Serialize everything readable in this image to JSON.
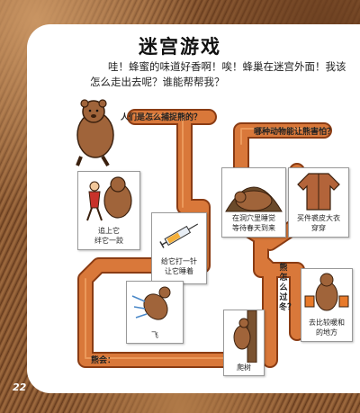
{
  "page": {
    "title": "迷宫游戏",
    "intro": "哇！蜂蜜的味道好香啊！唉！蜂巢在迷宫外面！我该怎么走出去呢？谁能帮帮我？",
    "page_number": "22"
  },
  "questions": {
    "q1": "人们是怎么捕捉熊的？",
    "q2": "哪种动物能让熊害怕？",
    "q3": "熊怎么过冬？",
    "q4": "熊会："
  },
  "cards": {
    "chase": "追上它\n绊它一跤",
    "injection": "给它打一针\n让它睡着",
    "sleep": "在洞穴里睡觉\n等待春天到来",
    "coat": "买件裘皮大衣\n穿穿",
    "warm": "去比较暖和\n的地方",
    "fly": "飞",
    "climb": "爬树"
  },
  "colors": {
    "path": "#d9783a",
    "path_edge": "#8a3c14",
    "bear": "#a0643a"
  }
}
